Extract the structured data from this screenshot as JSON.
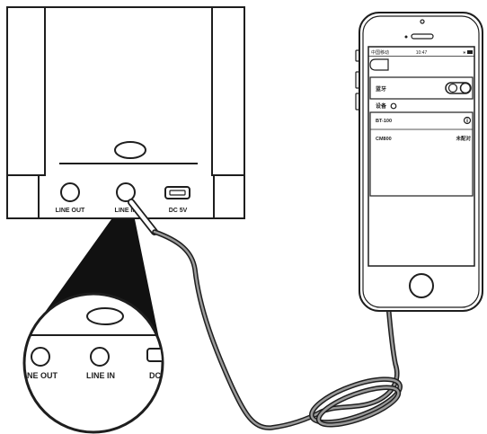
{
  "device": {
    "ports": [
      {
        "label": "LINE OUT"
      },
      {
        "label": "LINE IN"
      },
      {
        "label": "DC 5V"
      }
    ]
  },
  "magnified_view": {
    "ports": [
      {
        "label": "NE OUT"
      },
      {
        "label": "LINE IN"
      },
      {
        "label": "DC"
      }
    ]
  },
  "phone": {
    "status_bar": {
      "carrier": "中国移动",
      "time": "10:47",
      "right": "∗"
    },
    "back_icon": "back-icon",
    "bluetooth": {
      "label": "蓝牙",
      "toggle_on": true
    },
    "devices_header": "设备",
    "devices": [
      {
        "name": "BT-100",
        "icon": "info-icon"
      },
      {
        "name": "CM800",
        "status": "未配对"
      }
    ]
  }
}
